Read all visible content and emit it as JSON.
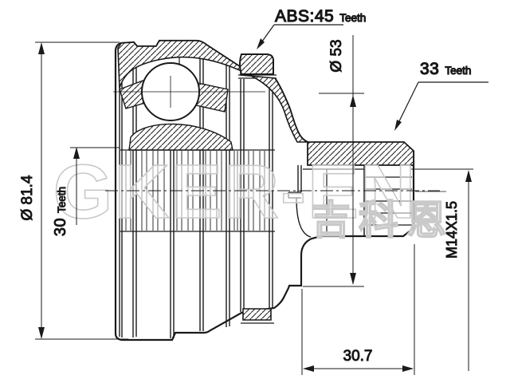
{
  "labels": {
    "abs": {
      "value": "ABS:45",
      "unit": "Teeth"
    },
    "outer_spline": {
      "value": "33",
      "unit": "Teeth"
    },
    "inner_spline": {
      "value": "30",
      "unit": "Teeth"
    }
  },
  "dimensions": {
    "outer_diameter": "Ø 81.4",
    "ring_diameter": "Ø 53",
    "thread": "M14X1.5",
    "stub_length": "30.7"
  },
  "watermark": {
    "brand": "GKER-EN",
    "cjk": "吉科恩"
  },
  "colors": {
    "line": "#1a1a1a",
    "background": "#ffffff",
    "watermark": "#c9c9c9"
  }
}
